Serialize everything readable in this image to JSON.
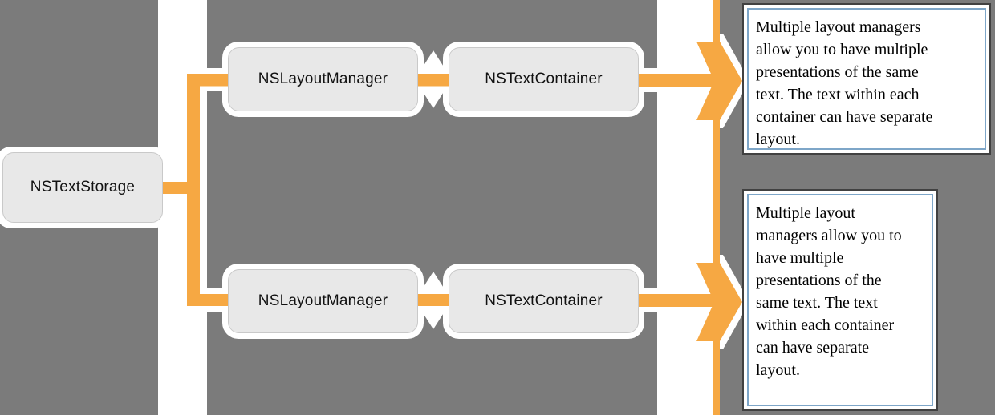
{
  "colors": {
    "orange": "#F6A843",
    "panel": "#7B7B7B",
    "nodeFill": "#E8E8E8",
    "nodeBorder": "#C9C9C9",
    "noteOuter": "#414141",
    "noteInner": "#7EA6C8",
    "ink": "#111111"
  },
  "nodes": {
    "text_storage": {
      "label": "NSTextStorage"
    },
    "layout_manager_top": {
      "label": "NSLayoutManager"
    },
    "text_container_top": {
      "label": "NSTextContainer"
    },
    "layout_manager_bottom": {
      "label": "NSLayoutManager"
    },
    "text_container_bottom": {
      "label": "NSTextContainer"
    }
  },
  "notes": {
    "top": {
      "text": "Multiple layout managers\nallow you to have multiple\npresentations of the same\ntext. The text within each\ncontainer can have separate\nlayout."
    },
    "bottom": {
      "text": "Multiple layout\nmanagers allow you to\nhave multiple\npresentations of the\nsame text. The text\nwithin each container\ncan have separate\nlayout."
    }
  }
}
